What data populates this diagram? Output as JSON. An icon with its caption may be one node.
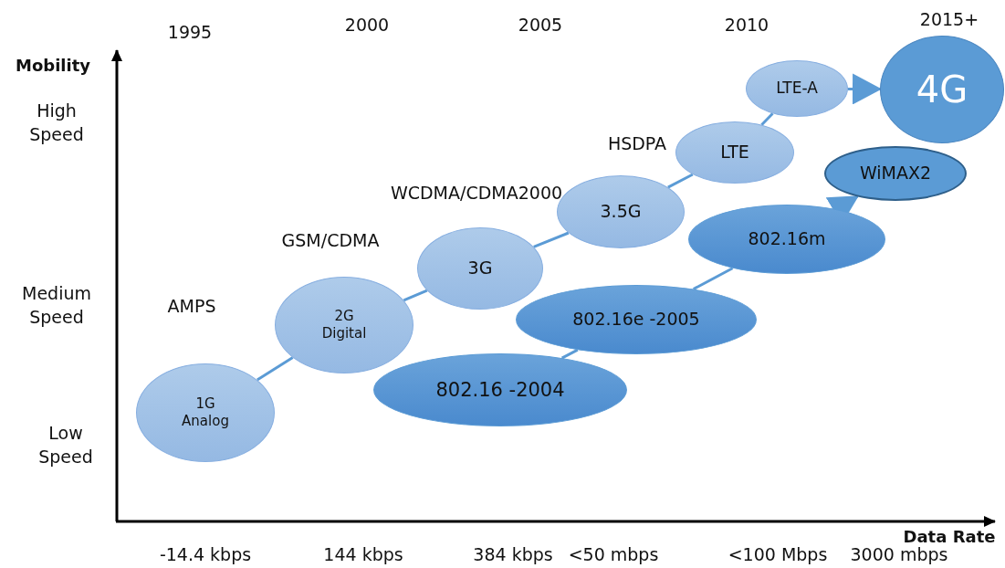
{
  "diagram": {
    "nodes": [
      {
        "text": [
          "1G Analog"
        ]
      },
      {
        "text": [
          "2G Digital"
        ]
      },
      {
        "text": [
          "3G"
        ]
      },
      {
        "text": [
          "3.5G"
        ]
      },
      {
        "text": [
          "LTE"
        ]
      },
      {
        "text": [
          "LTE-A"
        ]
      },
      {
        "text": [
          "4G"
        ]
      },
      {
        "text": [
          "802.16 -2004"
        ]
      },
      {
        "text": [
          "802.16e -2005"
        ]
      },
      {
        "text": [
          "802.16m"
        ]
      },
      {
        "text": [
          "WiMAX2"
        ]
      }
    ],
    "edges": [
      {
        "from": 0,
        "to": 1,
        "arrow": "none"
      },
      {
        "from": 1,
        "to": 2,
        "arrow": "none"
      },
      {
        "from": 2,
        "to": 3,
        "arrow": "none"
      },
      {
        "from": 3,
        "to": 4,
        "arrow": "none"
      },
      {
        "from": 4,
        "to": 5,
        "arrow": "none"
      },
      {
        "from": 5,
        "to": 6,
        "arrow": "to"
      },
      {
        "from": 7,
        "to": 8,
        "arrow": "none"
      },
      {
        "from": 8,
        "to": 9,
        "arrow": "none"
      },
      {
        "from": 9,
        "to": 10,
        "arrow": "to"
      }
    ],
    "labels": [
      "1995",
      "2000",
      "2005",
      "2010",
      "2015+",
      "Mobility",
      "High Speed",
      "HSDPA",
      "WCDMA/CDMA2000",
      "GSM/CDMA",
      "Medium Speed",
      "AMPS",
      "Low Speed",
      "Data Rate",
      "-14.4 kbps",
      "144 kbps",
      "384 kbps",
      "<50 mbps",
      "<100 Mbps",
      "3000 mbps"
    ]
  }
}
